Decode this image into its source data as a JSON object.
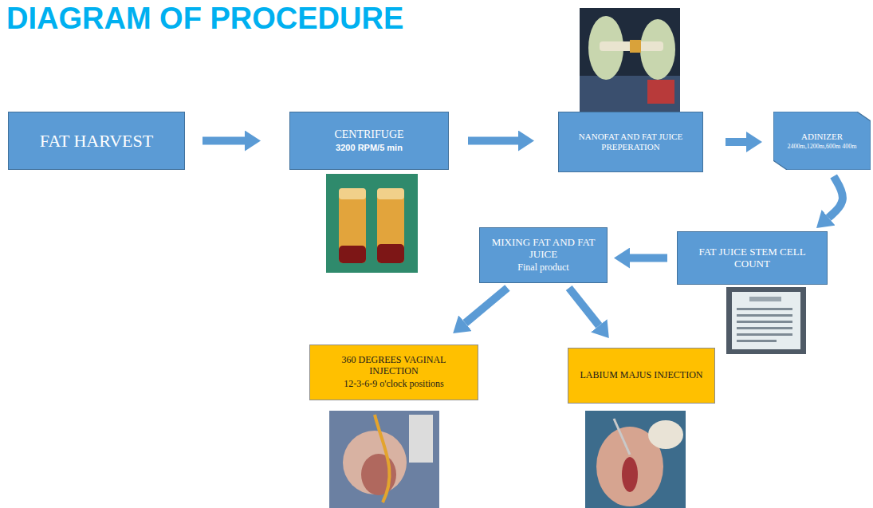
{
  "diagram": {
    "title": "DIAGRAM OF PROCEDURE",
    "nodes": [
      {
        "text": [
          "FAT HARVEST"
        ]
      },
      {
        "text": [
          "CENTRIFUGE",
          "3200 RPM/5 min"
        ]
      },
      {
        "text": [
          "NANOFAT AND FAT JUICE PREPERATION"
        ]
      },
      {
        "text": [
          "ADINIZER",
          "2400m,1200m,600m 400m"
        ]
      },
      {
        "text": [
          "FAT JUICE STEM CELL COUNT"
        ]
      },
      {
        "text": [
          "MIXING FAT AND FAT JUICE",
          "Final product"
        ]
      },
      {
        "text": [
          "360 DEGREES VAGINAL INJECTION",
          "12-3-6-9 o'clock positions"
        ]
      },
      {
        "text": [
          "LABIUM MAJUS INJECTION"
        ]
      }
    ],
    "edges": [
      {
        "from": 0,
        "to": 1,
        "arrow": "to"
      },
      {
        "from": 1,
        "to": 2,
        "arrow": "to"
      },
      {
        "from": 2,
        "to": 3,
        "arrow": "to"
      },
      {
        "from": 3,
        "to": 4,
        "arrow": "to"
      },
      {
        "from": 4,
        "to": 5,
        "arrow": "to"
      },
      {
        "from": 5,
        "to": 6,
        "arrow": "to"
      },
      {
        "from": 5,
        "to": 7,
        "arrow": "to"
      }
    ]
  }
}
